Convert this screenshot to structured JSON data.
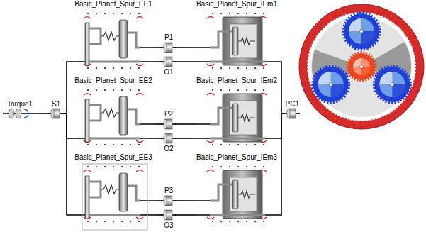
{
  "diagram": {
    "nodes": [
      {
        "text": [
          "Torque1"
        ]
      },
      {
        "text": [
          "S1"
        ]
      },
      {
        "text": [
          "Basic_Planet_Spur_EE1"
        ]
      },
      {
        "text": [
          "P1"
        ]
      },
      {
        "text": [
          "O1"
        ]
      },
      {
        "text": [
          "Basic_Planet_Spur_IEm1"
        ]
      },
      {
        "text": [
          "Basic_Planet_Spur_EE2"
        ]
      },
      {
        "text": [
          "P2"
        ]
      },
      {
        "text": [
          "O2"
        ]
      },
      {
        "text": [
          "Basic_Planet_Spur_IEm2"
        ]
      },
      {
        "text": [
          "Basic_Planet_Spur_EE3"
        ]
      },
      {
        "text": [
          "P3"
        ]
      },
      {
        "text": [
          "O3"
        ]
      },
      {
        "text": [
          "Basic_Planet_Spur_IEm3"
        ]
      },
      {
        "text": [
          "PC1"
        ]
      }
    ],
    "edges": [
      {
        "from": 0,
        "to": 1,
        "arrow": "none"
      },
      {
        "from": 1,
        "to": 2,
        "arrow": "none"
      },
      {
        "from": 1,
        "to": 6,
        "arrow": "none"
      },
      {
        "from": 1,
        "to": 10,
        "arrow": "none"
      },
      {
        "from": 2,
        "to": 3,
        "arrow": "none"
      },
      {
        "from": 2,
        "to": 4,
        "arrow": "none"
      },
      {
        "from": 3,
        "to": 5,
        "arrow": "none"
      },
      {
        "from": 4,
        "to": 5,
        "arrow": "none"
      },
      {
        "from": 6,
        "to": 7,
        "arrow": "none"
      },
      {
        "from": 6,
        "to": 8,
        "arrow": "none"
      },
      {
        "from": 7,
        "to": 9,
        "arrow": "none"
      },
      {
        "from": 8,
        "to": 9,
        "arrow": "none"
      },
      {
        "from": 10,
        "to": 11,
        "arrow": "none"
      },
      {
        "from": 10,
        "to": 12,
        "arrow": "none"
      },
      {
        "from": 11,
        "to": 13,
        "arrow": "none"
      },
      {
        "from": 12,
        "to": 13,
        "arrow": "none"
      },
      {
        "from": 5,
        "to": 14,
        "arrow": "none"
      },
      {
        "from": 9,
        "to": 14,
        "arrow": "none"
      },
      {
        "from": 13,
        "to": 14,
        "arrow": "none"
      }
    ]
  }
}
